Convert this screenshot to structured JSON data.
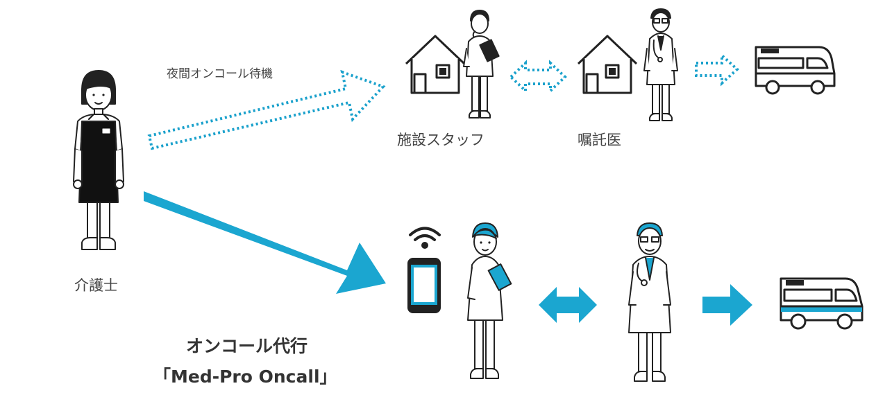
{
  "labels": {
    "caregiver": "介護士",
    "night_oncall_standby": "夜間オンコール待機",
    "facility_staff": "施設スタッフ",
    "contracted_doctor": "嘱託医",
    "service_title": "オンコール代行",
    "service_name": "「Med-Pro Oncall」"
  },
  "colors": {
    "accent": "#1ba6d0",
    "dotted": "#1aa1cc",
    "line": "#222222",
    "text": "#444444"
  },
  "icons": [
    "caregiver-figure-icon",
    "house-icon",
    "nurse-figure-icon",
    "doctor-figure-icon",
    "ambulance-icon",
    "smartphone-icon",
    "wifi-signal-icon",
    "arrow-icon"
  ]
}
